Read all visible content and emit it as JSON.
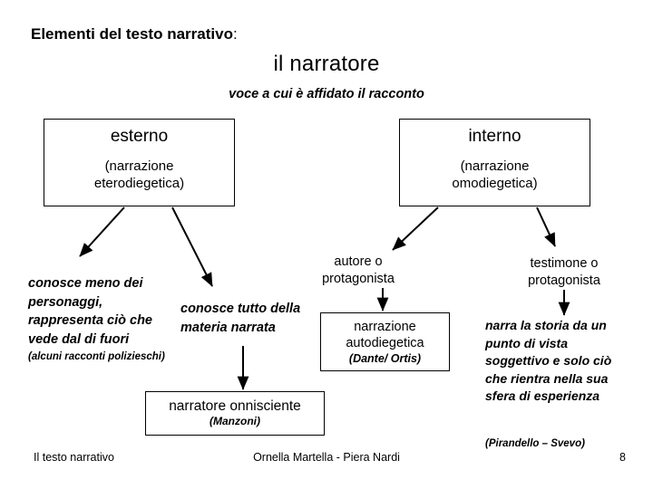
{
  "slide": {
    "title_text": "Elementi del testo narrativo",
    "title_colon": ":",
    "main_heading": "il narratore",
    "subtitle": "voce a cui è affidato il racconto"
  },
  "boxes": {
    "esterno": {
      "title": "esterno",
      "subtitle_line1": "(narrazione",
      "subtitle_line2": "eterodiegetica)"
    },
    "interno": {
      "title": "interno",
      "subtitle_line1": "(narrazione",
      "subtitle_line2": "omodiegetica)"
    },
    "autodiegetica": {
      "line1": "narrazione",
      "line2": "autodiegetica",
      "note": "(Dante/ Ortis)"
    },
    "onnisciente": {
      "line1": "narratore onnisciente",
      "note": "(Manzoni)"
    }
  },
  "texts": {
    "esterno_left": "conosce meno dei personaggi, rappresenta ciò che vede dal di fuori",
    "esterno_left_note": "(alcuni racconti polizieschi)",
    "esterno_right": "conosce tutto della materia narrata",
    "autore_label": "autore o protagonista",
    "testimone_label": "testimone o protagonista",
    "testimone_body": "narra la storia da un punto di vista soggettivo e solo ciò che rientra nella sua sfera di esperienza",
    "testimone_note": "(Pirandello – Svevo)"
  },
  "footer": {
    "left": "Il testo narrativo",
    "center": "Ornella Martella - Piera Nardi",
    "page": "8"
  },
  "colors": {
    "background": "#ffffff",
    "text": "#000000",
    "border": "#000000"
  }
}
